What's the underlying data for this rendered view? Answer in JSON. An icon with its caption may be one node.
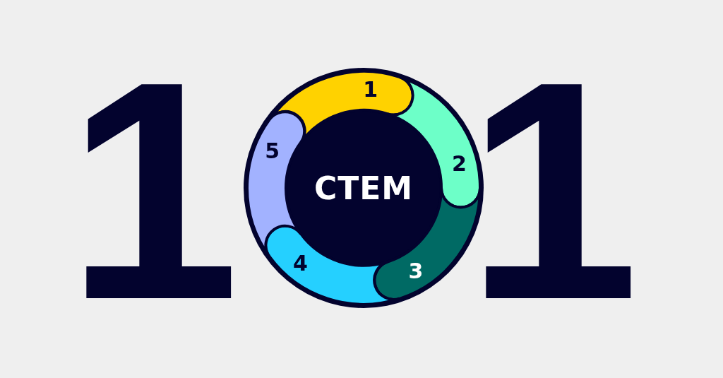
{
  "diagram": {
    "nodes": [
      {
        "text": [
          "CTEM"
        ]
      },
      {
        "text": [
          "1"
        ]
      },
      {
        "text": [
          "2"
        ]
      },
      {
        "text": [
          "3"
        ]
      },
      {
        "text": [
          "4"
        ]
      },
      {
        "text": [
          "5"
        ]
      }
    ],
    "labels": [
      "1",
      "1"
    ]
  }
}
